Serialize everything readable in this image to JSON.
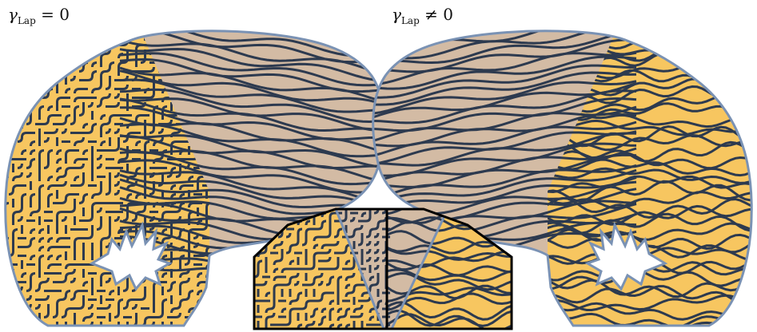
{
  "labels": {
    "left": {
      "symbol": "γ",
      "subscript": "Lap",
      "relation": " = 0"
    },
    "right": {
      "symbol": "γ",
      "subscript": "Lap",
      "relation": " ≠ 0"
    }
  },
  "colors": {
    "orange_region": "#f7c660",
    "tan_region": "#d3bba4",
    "stripe": "#2d3a4f",
    "outline": "#7a92b4",
    "inset_border": "#000000",
    "background": "#ffffff"
  }
}
